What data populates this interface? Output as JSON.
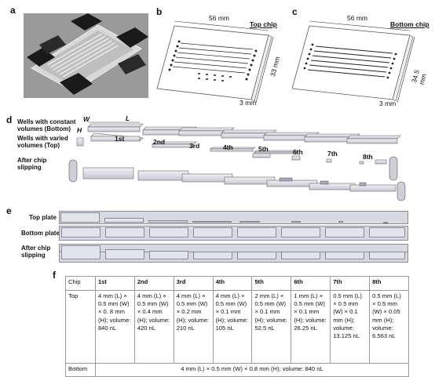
{
  "panels": {
    "a": "a",
    "b": "b",
    "c": "c",
    "d": "d",
    "e": "e",
    "f": "f"
  },
  "chip_b": {
    "title": "Top chip",
    "width": "56 mm",
    "height": "33 mm",
    "depth": "3 mm"
  },
  "chip_c": {
    "title": "Bottom chip",
    "width": "56 mm",
    "height": "34.5 mm",
    "depth": "3 mm"
  },
  "panel_d": {
    "row_bottom": "Wells with constant volumes (Bottom)",
    "row_top": "Wells with varied volumes (Top)",
    "row_after": "After chip slipping",
    "dim_w": "W",
    "dim_h": "H",
    "dim_l": "L",
    "ordinals": [
      "1st",
      "2nd",
      "3rd",
      "4th",
      "5th",
      "6th",
      "7th",
      "8th"
    ]
  },
  "panel_e": {
    "top_plate": "Top plate",
    "bottom_plate": "Bottom plate",
    "after": "After chip slipping"
  },
  "table": {
    "header": [
      "Chip",
      "1st",
      "2nd",
      "3rd",
      "4th",
      "5th",
      "6th",
      "7th",
      "8th"
    ],
    "top_label": "Top",
    "top_cells": [
      "4 mm (L) × 0.5 mm (W) × 0. 8 mm (H); volume: 840 nL",
      "4 mm (L) × 0.5 mm (W) × 0.4 mm (H); volume: 420 nL",
      "4 mm (L) × 0.5 mm (W) × 0.2 mm (H); volume: 210 nL",
      "4 mm (L) × 0.5 mm (W) × 0.1 mm (H); volume: 105 nL",
      "2 mm (L) × 0.5 mm (W) × 0.1 mm (H); volume: 52.5 nL",
      "1 mm (L) × 0.5 mm (W) × 0.1 mm (H); volume: 26.25 nL",
      "0.5 mm (L) × 0.5 mm (W) × 0.1 mm (H); volume: 13.125 nL",
      "0.5 mm (L) × 0.5 mm (W) × 0.05 mm (H); volume: 6.563 nL"
    ],
    "bottom_label": "Bottom",
    "bottom_cell": "4 mm (L) × 0.5 mm (W) × 0.8 mm (H); volume: 840 nL"
  },
  "colors": {
    "photo_bg": "#8e8e8e",
    "well_fill": "#e3e3ec",
    "plate_fill": "#d9d9e3",
    "border": "#8a8a96"
  }
}
